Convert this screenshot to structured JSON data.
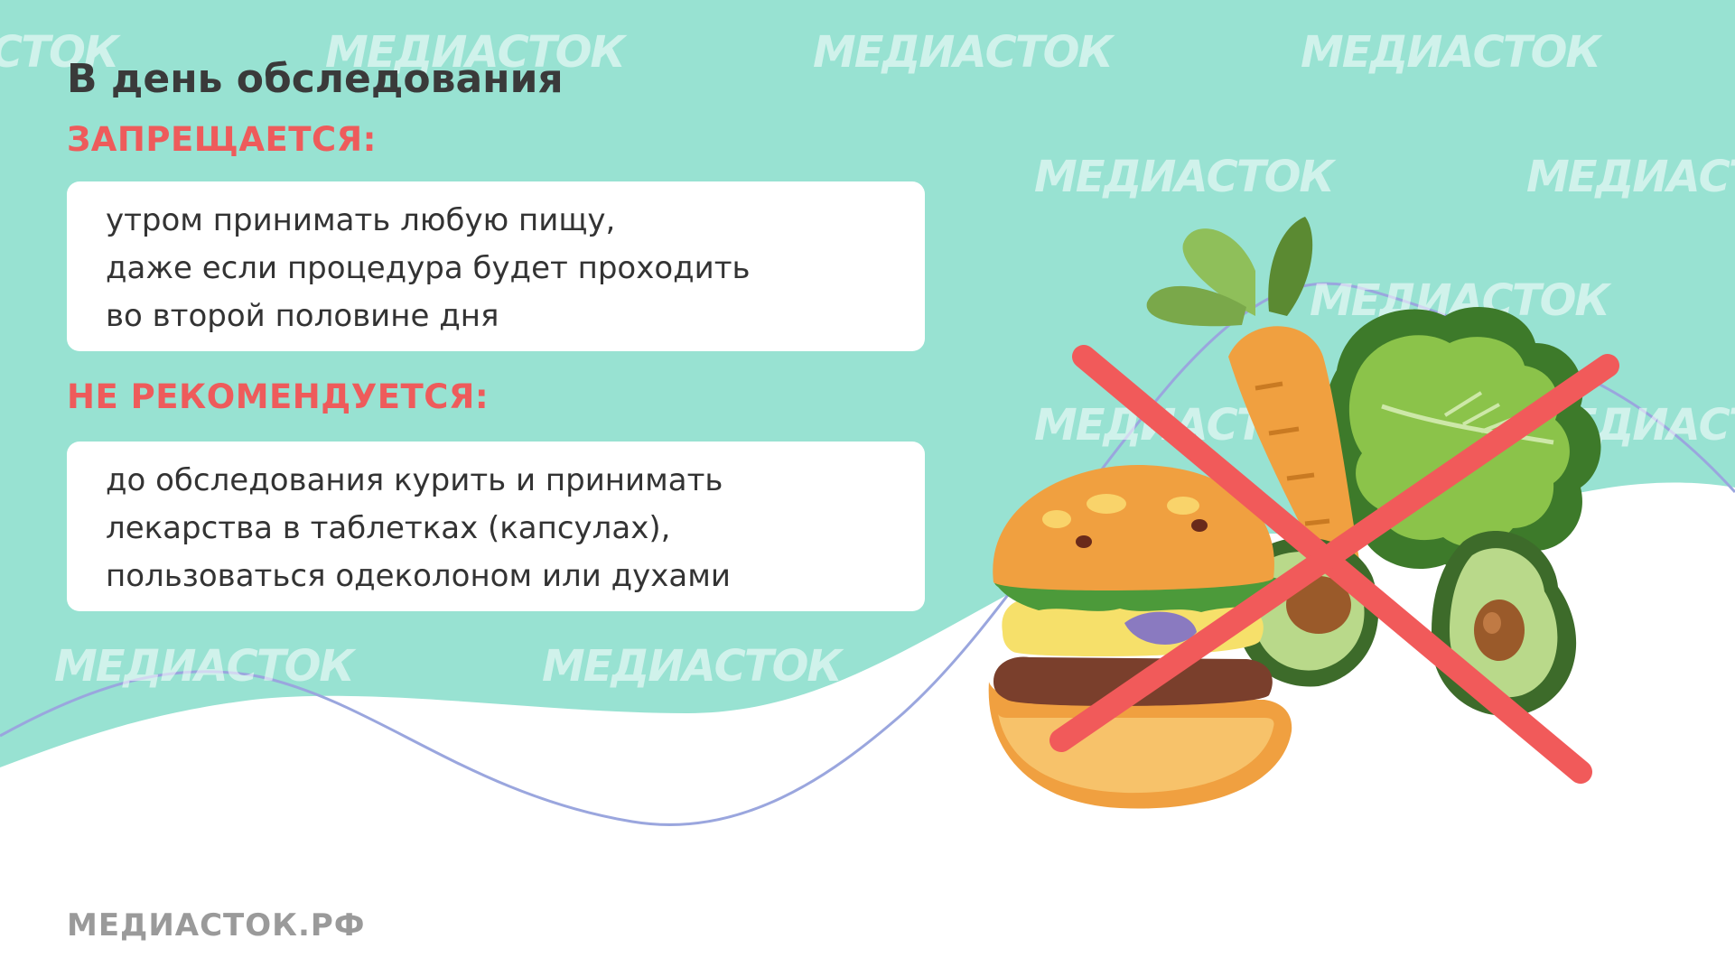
{
  "title": "В день обследования",
  "sections": [
    {
      "label": "ЗАПРЕЩАЕТСЯ:",
      "lines": [
        "утром принимать любую пищу,",
        "даже если процедура будет проходить",
        "во второй половине дня"
      ]
    },
    {
      "label": "НЕ РЕКОМЕНДУЕТСЯ:",
      "lines": [
        "до обследования курить и принимать",
        "лекарства в таблетках (капсулах),",
        "пользоваться одеколоном или духами"
      ]
    }
  ],
  "watermark": "МЕДИАСТОК",
  "watermark_partial_start": "СТОК",
  "footer_logo": "МЕДИАСТОК.РФ",
  "colors": {
    "background_teal": "#98e2d2",
    "background_white": "#ffffff",
    "accent_red": "#ee5b5b",
    "wave_line": "#9aa6de",
    "title_text": "#3a3a3a"
  },
  "illustration": {
    "icons": [
      "burger-icon",
      "carrot-icon",
      "lettuce-icon",
      "avocado-icon",
      "cross-mark-icon"
    ]
  }
}
